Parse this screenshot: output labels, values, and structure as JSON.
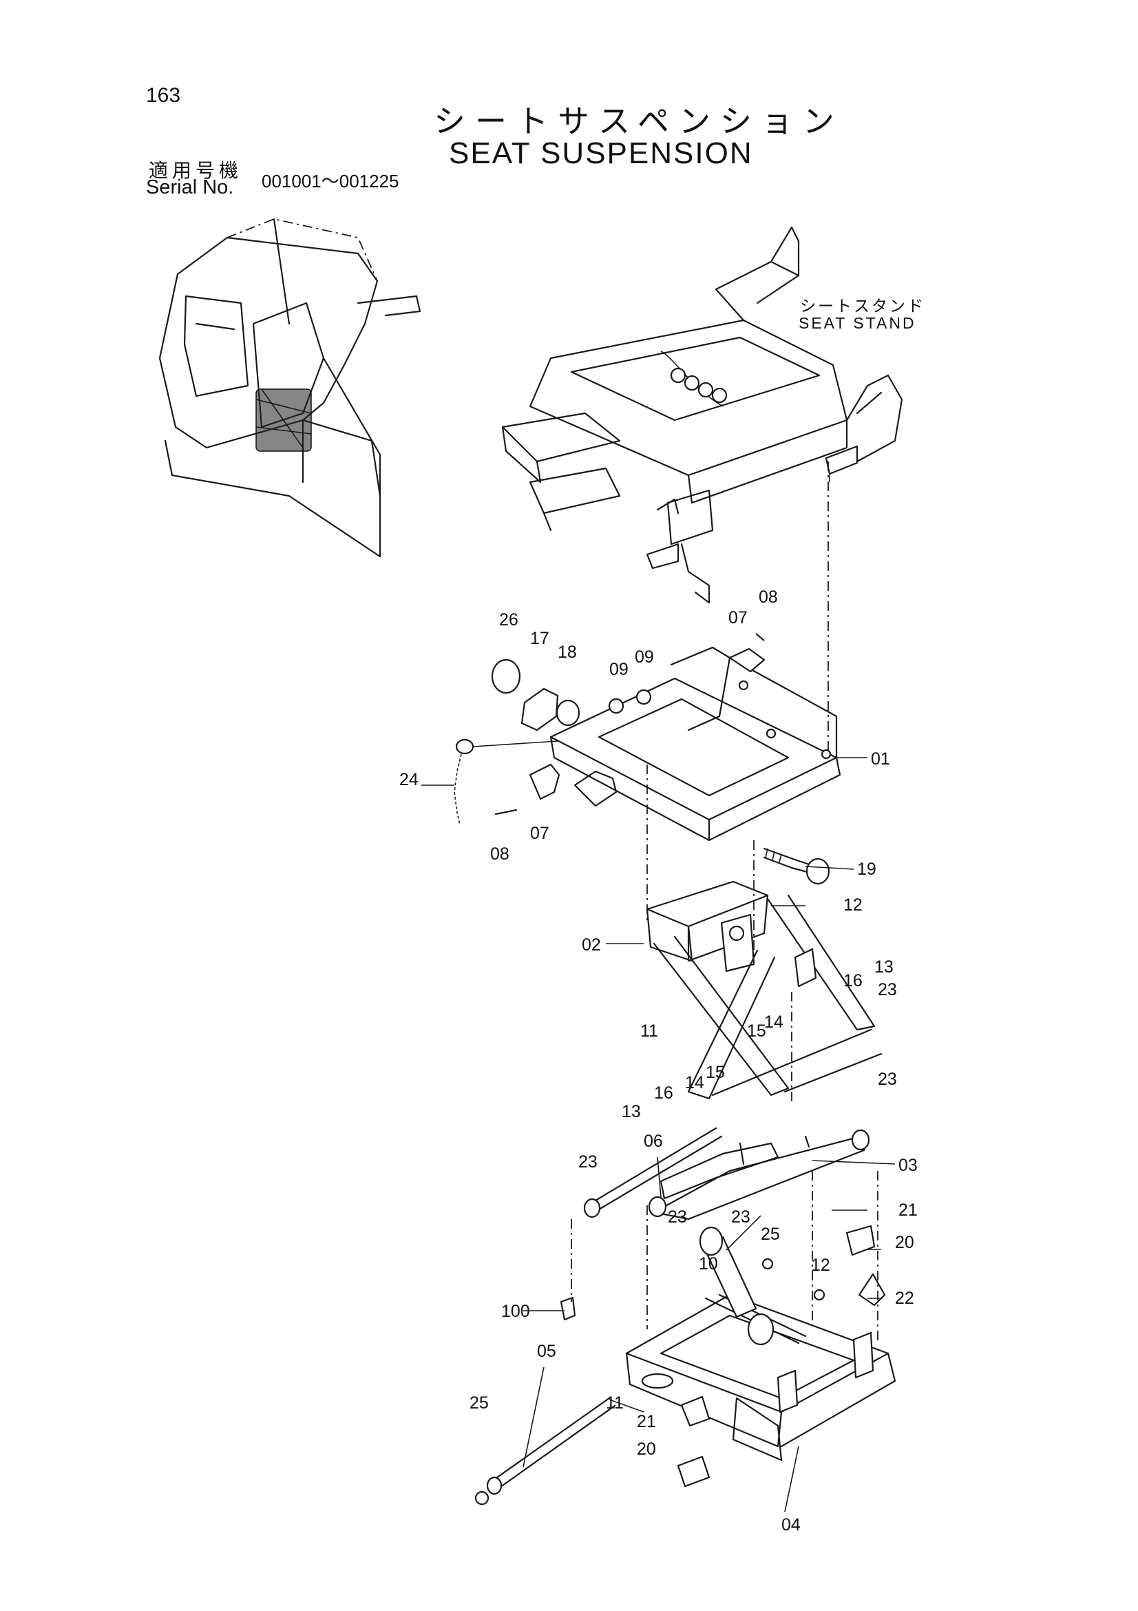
{
  "page": {
    "number": "163",
    "title_jp": "シートサスペンション",
    "title_en": "SEAT SUSPENSION"
  },
  "serial": {
    "label_jp": "適用号機",
    "label_en": "Serial No.",
    "range": "001001～001225"
  },
  "assembly_label": {
    "jp": "シートスタンド",
    "en": "SEAT STAND"
  },
  "callouts": [
    "01",
    "02",
    "03",
    "04",
    "05",
    "06",
    "07",
    "07",
    "08",
    "08",
    "09",
    "09",
    "10",
    "11",
    "11",
    "12",
    "12",
    "13",
    "13",
    "14",
    "14",
    "15",
    "15",
    "16",
    "16",
    "17",
    "18",
    "19",
    "20",
    "20",
    "21",
    "21",
    "22",
    "23",
    "23",
    "23",
    "23",
    "23",
    "24",
    "25",
    "25",
    "26",
    "100"
  ]
}
